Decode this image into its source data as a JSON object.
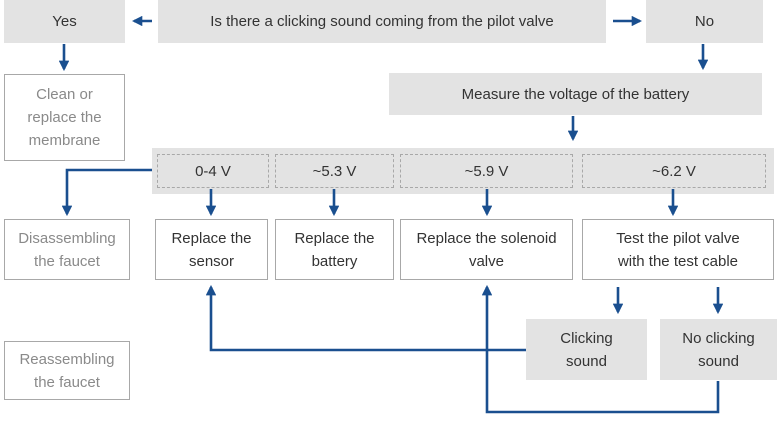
{
  "colors": {
    "arrow": "#1a4f8f",
    "box_fill": "#e3e3e3",
    "box_border": "#a8a8a8",
    "muted_text": "#8a8a8a"
  },
  "question": "Is there a clicking sound coming from the pilot valve",
  "yes": "Yes",
  "no": "No",
  "clean_membrane": "Clean or\nreplace the\nmembrane",
  "measure": "Measure the voltage of the battery",
  "voltages": [
    "0-4 V",
    "~5.3 V",
    "~5.9 V",
    "~6.2 V"
  ],
  "disassembling": "Disassembling\nthe faucet",
  "replace_sensor": "Replace the\nsensor",
  "replace_battery": "Replace the\nbattery",
  "replace_solenoid": "Replace the solenoid\nvalve",
  "test_pilot": "Test the pilot valve\nwith the test cable",
  "clicking": "Clicking\nsound",
  "no_clicking": "No clicking\nsound",
  "reassembling": "Reassembling\nthe faucet"
}
